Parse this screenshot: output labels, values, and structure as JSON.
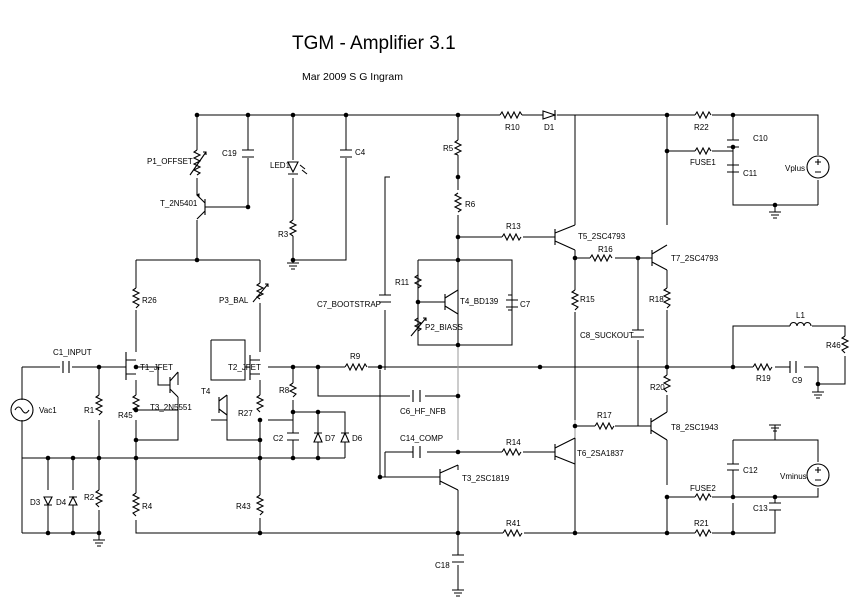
{
  "title": "TGM - Amplifier 3.1",
  "subtitle": "Mar 2009  S G Ingram",
  "labels": {
    "r10": "R10",
    "d1": "D1",
    "r22": "R22",
    "c10": "C10",
    "fuse1": "FUSE1",
    "c11": "C11",
    "vplus": "Vplus",
    "p1_offset": "P1_OFFSET",
    "c19": "C19",
    "led1": "LED1",
    "c4": "C4",
    "t_2n5401": "T_2N5401",
    "r3": "R3",
    "r5": "R5",
    "r6": "R6",
    "r13": "R13",
    "t5": "T5_2SC4793",
    "r16": "R16",
    "t7": "T7_2SC4793",
    "r11": "R11",
    "t4": "T4_BD139",
    "c7": "C7",
    "c7_bootstrap": "C7_BOOTSTRAP",
    "p2_biass": "P2_BIASS",
    "r15": "R15",
    "r18": "R18",
    "r26": "R26",
    "p3_bal": "P3_BAL",
    "c8_suckout": "C8_SUCKOUT",
    "l1": "L1",
    "r46": "R46",
    "c1_input": "C1_INPUT",
    "t1_jfet": "T1_JFET",
    "t2_jfet": "T2_JFET",
    "r9": "R9",
    "r19": "R19",
    "c9": "C9",
    "r20": "R20",
    "vac1": "Vac1",
    "r1": "R1",
    "r45": "R45",
    "t3_2n5551": "T3_2N5551",
    "t4b": "T4",
    "r8": "R8",
    "r27": "R27",
    "c6_hf_nfb": "C6_HF_NFB",
    "r17": "R17",
    "t8": "T8_2SC1943",
    "c2": "C2",
    "d7": "D7",
    "d6": "D6",
    "c14_comp": "C14_COMP",
    "r14": "R14",
    "t6": "T6_2SA1837",
    "c12": "C12",
    "vminus": "Vminus",
    "d3": "D3",
    "d4": "D4",
    "r2": "R2",
    "r4": "R4",
    "r43": "R43",
    "t3_2sc1819": "T3_2SC1819",
    "fuse2": "FUSE2",
    "c13": "C13",
    "r41": "R41",
    "r21": "R21",
    "c18": "C18"
  }
}
